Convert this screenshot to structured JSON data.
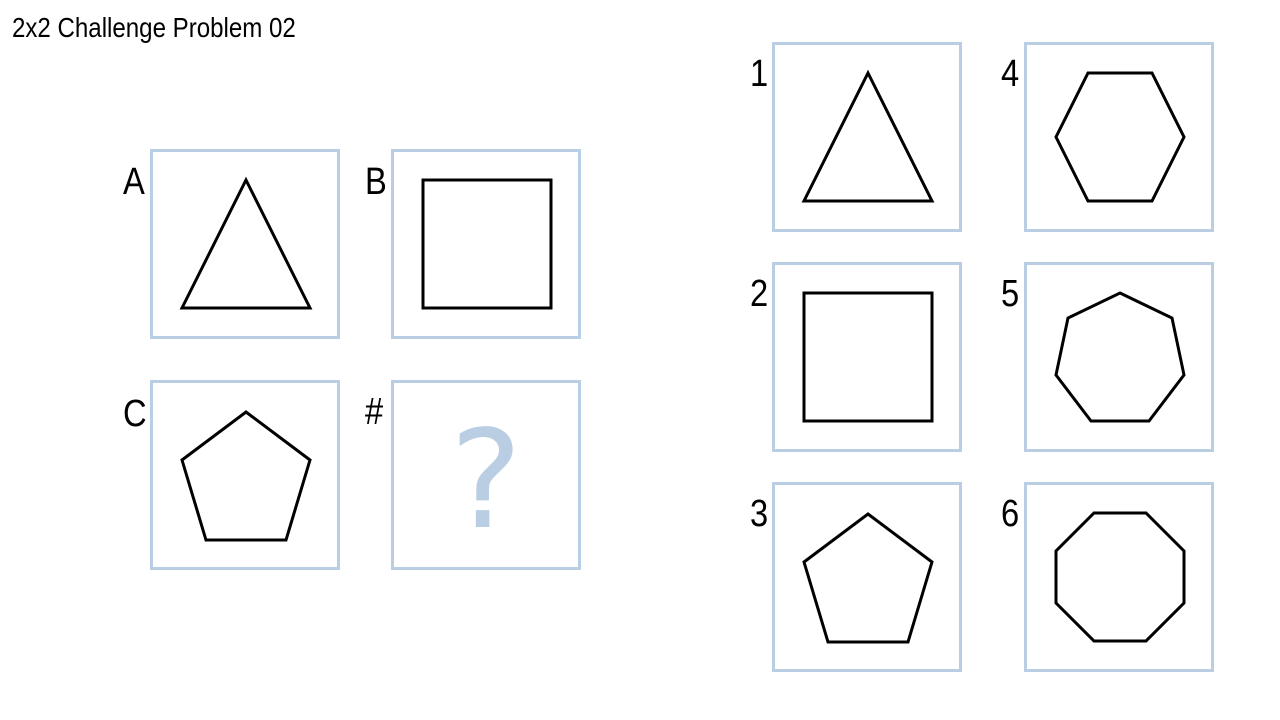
{
  "title": "2x2 Challenge Problem 02",
  "colors": {
    "frame_border": "#b9cde3",
    "shape_stroke": "#000000",
    "unknown_mark": "#b9cde3"
  },
  "matrix": {
    "cells": [
      {
        "label": "A",
        "shape": "triangle",
        "sides": 3
      },
      {
        "label": "B",
        "shape": "square",
        "sides": 4
      },
      {
        "label": "C",
        "shape": "pentagon",
        "sides": 5
      },
      {
        "label": "#",
        "shape": "unknown",
        "mark": "?"
      }
    ]
  },
  "answers": {
    "options": [
      {
        "label": "1",
        "shape": "triangle",
        "sides": 3
      },
      {
        "label": "2",
        "shape": "square",
        "sides": 4
      },
      {
        "label": "3",
        "shape": "pentagon",
        "sides": 5
      },
      {
        "label": "4",
        "shape": "hexagon",
        "sides": 6
      },
      {
        "label": "5",
        "shape": "heptagon",
        "sides": 7
      },
      {
        "label": "6",
        "shape": "octagon",
        "sides": 8
      }
    ]
  }
}
